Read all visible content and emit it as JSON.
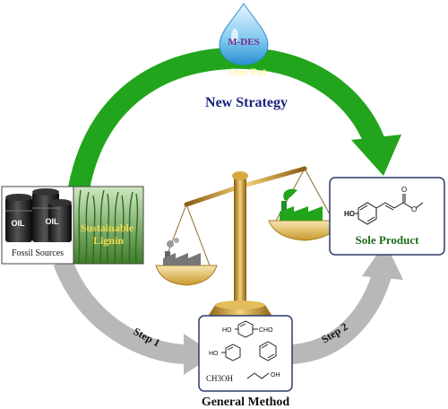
{
  "drop": {
    "label": "M-DES"
  },
  "top_arc": {
    "label": "One Pot",
    "caption": "New Strategy"
  },
  "left_panel": {
    "fossil_label": "Fossil Sources",
    "lignin_label": "Sustainable Lignin",
    "barrel_text": "OIL"
  },
  "product_box": {
    "title": "Sole Product",
    "ho_label": "HO"
  },
  "bottom_arrows": {
    "step1": "Step 1",
    "step2": "Step 2"
  },
  "general_box": {
    "caption": "General Method",
    "ho_top": "HO",
    "cho": "CHO",
    "ho_mid": "HO",
    "methanol": "CH3OH",
    "oh": "OH"
  },
  "colors": {
    "green_arrow": "#22a51c",
    "grey_arrow": "#b8b8b8",
    "navy": "#1a237e",
    "box_border": "#2e3b6e",
    "drop_blue": "#3aa5e0",
    "gold": "#c9982a"
  }
}
